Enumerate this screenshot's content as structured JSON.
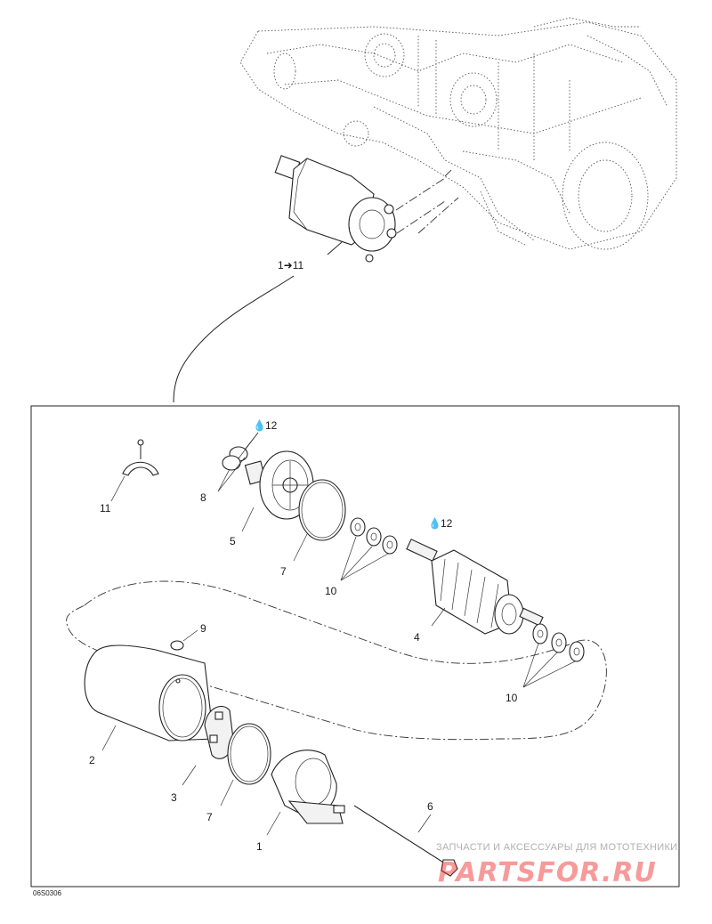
{
  "diagram": {
    "top_assembly_label": "1➜11",
    "callouts": {
      "p1": "1",
      "p2": "2",
      "p3": "3",
      "p4": "4",
      "p5": "5",
      "p6": "6",
      "p7a": "7",
      "p7b": "7",
      "p8": "8",
      "p9": "9",
      "p10a": "10",
      "p10b": "10",
      "p11": "11",
      "p12a": "12",
      "p12b": "12"
    },
    "drawing_id": "06S0306"
  },
  "watermark": {
    "subtitle": "ЗАПЧАСТИ И АКСЕССУАРЫ ДЛЯ МОТОТЕХНИКИ",
    "brand": "PARTSFOR.RU"
  },
  "colors": {
    "line": "#222222",
    "watermark_red": "#ee2020"
  }
}
